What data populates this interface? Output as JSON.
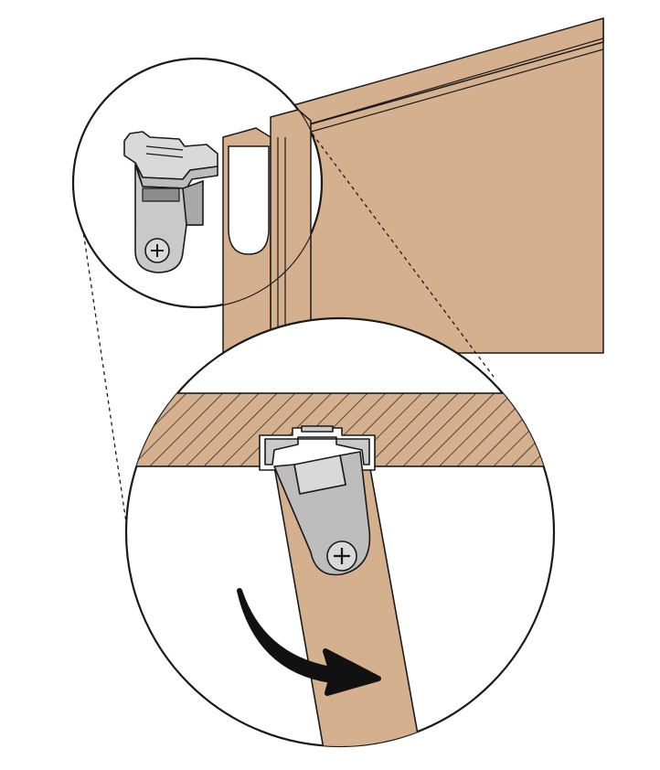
{
  "diagram": {
    "kind": "assembly-instruction",
    "steps": [],
    "callouts": [
      "detail-top-clip",
      "detail-cross-section"
    ],
    "colors": {
      "wood": "#d4b08f",
      "wood_edge": "#c9a27c",
      "metal": "#c4c4c4",
      "metal_dark": "#9a9a9a",
      "outline": "#1a1a1a",
      "background": "#ffffff"
    },
    "icons": [
      "phillips-screw-icon",
      "rotate-arrow-icon"
    ]
  }
}
